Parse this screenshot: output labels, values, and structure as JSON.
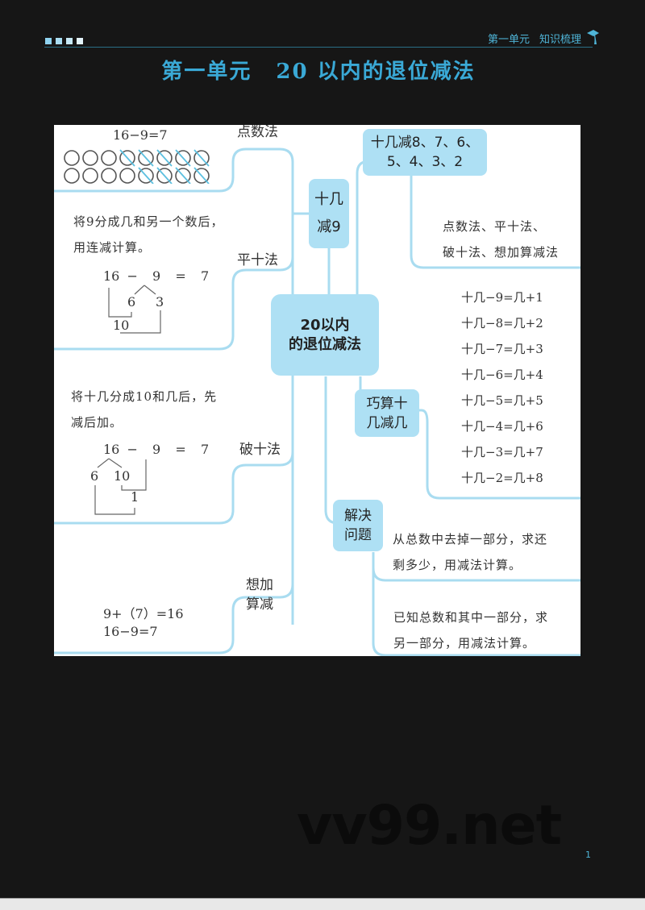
{
  "header": {
    "squares": [
      "#8fd3f0",
      "#a9ddf2",
      "#c6e8f6",
      "#e3f3fa"
    ],
    "unit": "第一单元",
    "section": "知识梳理",
    "icon": "graduation-cap-icon",
    "accent_color": "#4fb5d8"
  },
  "title": {
    "unit": "第一单元",
    "topic": "20 以内的退位减法",
    "color": "#3aa9d6"
  },
  "mindmap": {
    "center": "20以内的退位减法",
    "center_lines": [
      "20以内",
      "的退位减法"
    ],
    "branch_minus9": {
      "label_lines": [
        "十几",
        "减9"
      ],
      "methods": [
        {
          "name": "点数法",
          "equation": "16−9=7",
          "dots_top_row": {
            "total": 8,
            "crossed": 5
          },
          "dots_bottom_row": {
            "total": 8,
            "crossed": 4
          }
        },
        {
          "name": "平十法",
          "desc_lines": [
            "将9分成几和另一个数后，",
            "用连减计算。"
          ],
          "equation": {
            "a": "16",
            "op": "−",
            "b": "9",
            "eq": "=",
            "result": "7"
          },
          "split": [
            "6",
            "3"
          ],
          "intermediate": "10"
        },
        {
          "name": "破十法",
          "desc_lines": [
            "将十几分成10和几后，先",
            "减后加。"
          ],
          "equation": {
            "a": "16",
            "op": "−",
            "b": "9",
            "eq": "=",
            "result": "7"
          },
          "split": [
            "6",
            "10"
          ],
          "intermediate": "1"
        },
        {
          "name_lines": [
            "想加",
            "算减"
          ],
          "lines": [
            "9+（7）=16",
            "16−9=7"
          ]
        }
      ]
    },
    "branch_minus_others": {
      "label_lines": [
        "十几减8、7、6、",
        "5、4、3、2"
      ],
      "desc_lines": [
        "点数法、平十法、",
        "破十法、想加算减法"
      ]
    },
    "branch_shortcut": {
      "label_lines": [
        "巧算十",
        "几减几"
      ],
      "rules": [
        "十几−9=几+1",
        "十几−8=几+2",
        "十几−7=几+3",
        "十几−6=几+4",
        "十几−5=几+5",
        "十几−4=几+6",
        "十几−3=几+7",
        "十几−2=几+8"
      ]
    },
    "branch_problems": {
      "label_lines": [
        "解决",
        "问题"
      ],
      "items": [
        {
          "lines": [
            "从总数中去掉一部分，求还",
            "剩多少，用减法计算。"
          ]
        },
        {
          "lines": [
            "已知总数和其中一部分，求",
            "另一部分，用减法计算。"
          ]
        }
      ]
    },
    "line_color": "#a9dcf0",
    "node_color": "#aee0f4"
  },
  "watermark": "vv99.net",
  "page_number": "1"
}
